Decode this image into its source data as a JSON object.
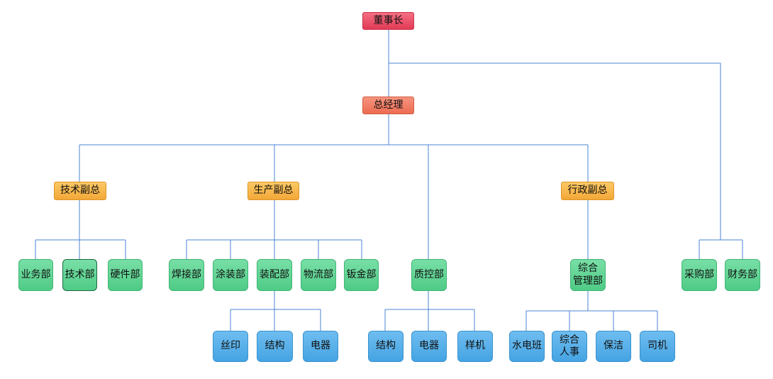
{
  "org_chart": {
    "chairman": "董事长",
    "general_manager": "总经理",
    "vice_presidents": {
      "tech": "技术副总",
      "production": "生产副总",
      "admin": "行政副总"
    },
    "departments": {
      "business": "业务部",
      "technology": "技术部",
      "hardware": "硬件部",
      "welding": "焊接部",
      "painting": "涂装部",
      "assembly": "装配部",
      "logistics": "物流部",
      "sheet_metal": "钣金部",
      "quality": "质控部",
      "general_management": "综合\n管理部",
      "purchasing": "采购部",
      "finance": "财务部"
    },
    "assembly_units": {
      "silk_print": "丝印",
      "structure": "结构",
      "electrical": "电器"
    },
    "quality_units": {
      "structure": "结构",
      "electrical": "电器",
      "prototype": "样机"
    },
    "admin_units": {
      "utilities": "水电班",
      "general_hr": "综合\n人事",
      "cleaning": "保洁",
      "driver": "司机"
    },
    "colors": {
      "connector": "#4a86d4",
      "chairman": "#e8465f",
      "general_manager": "#f07a60",
      "vice_president": "#f6b544",
      "department": "#5dd192",
      "sub_unit": "#52aee8"
    }
  }
}
